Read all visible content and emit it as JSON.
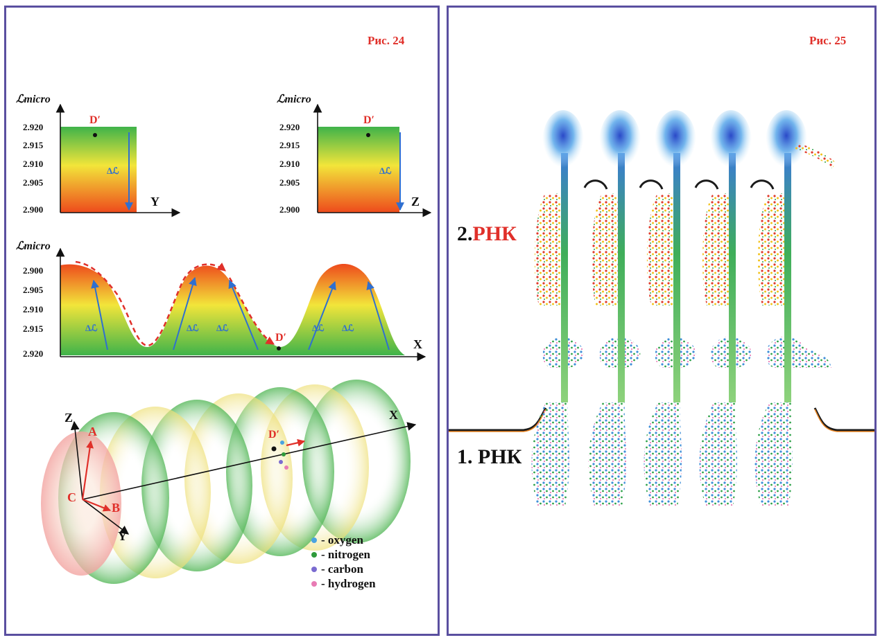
{
  "left_panel": {
    "title": "Рис. 24",
    "y_axis_label": "ℒmicro",
    "chart_y": {
      "ticks": [
        "2.920",
        "2.915",
        "2.910",
        "2.905",
        "2.900"
      ],
      "axis_letter": "Y",
      "point_label": "D′",
      "arrow_label": "Δℒ"
    },
    "chart_z": {
      "ticks": [
        "2.920",
        "2.915",
        "2.910",
        "2.905",
        "2.900"
      ],
      "axis_letter": "Z",
      "point_label": "D′",
      "arrow_label": "Δℒ"
    },
    "chart_x": {
      "ticks": [
        "2.900",
        "2.905",
        "2.910",
        "2.915",
        "2.920"
      ],
      "axis_letter": "X",
      "point_label": "D′",
      "arrow_label": "Δℒ"
    },
    "cylinder": {
      "labels": {
        "z": "Z",
        "x": "X",
        "y": "Y",
        "a": "A",
        "b": "B",
        "c": "C",
        "d": "D′"
      }
    },
    "legend": [
      {
        "label": "- oxygen",
        "color": "#4aa3e0"
      },
      {
        "label": "- nitrogen",
        "color": "#2f9a3a"
      },
      {
        "label": "- carbon",
        "color": "#7a6bd0"
      },
      {
        "label": "- hydrogen",
        "color": "#e87bb4"
      }
    ]
  },
  "right_panel": {
    "title": "Рис. 25",
    "rnk2": {
      "number": "2.",
      "text": "РНК"
    },
    "rnk1": {
      "text": "1. РНК"
    }
  },
  "colors": {
    "border": "#5a4fa0",
    "red": "#e0302a",
    "green": "#46b84a",
    "yellow": "#f4e43c",
    "orange": "#f08a2a",
    "blue": "#3a78d6"
  }
}
